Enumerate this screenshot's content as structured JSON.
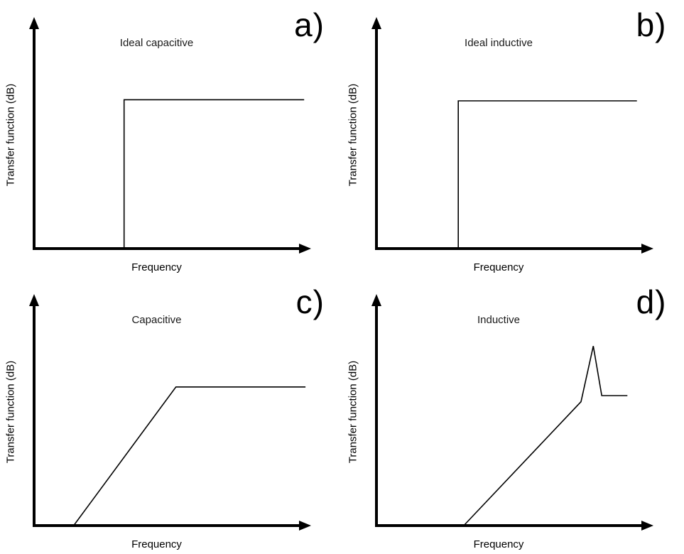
{
  "figure": {
    "background": "#ffffff",
    "line_color": "#000000",
    "layout": "2x2"
  },
  "chart_data": [
    {
      "type": "line",
      "panel_label": "a)",
      "title": "Ideal capacitive",
      "xlabel": "Frequency",
      "ylabel": "Transfer function (dB)",
      "x_ticks": [],
      "y_ticks": [],
      "points_norm": [
        [
          0.33,
          0
        ],
        [
          0.33,
          0.655
        ],
        [
          0.99,
          0.655
        ]
      ]
    },
    {
      "type": "line",
      "panel_label": "b)",
      "title": "Ideal inductive",
      "xlabel": "Frequency",
      "ylabel": "Transfer function (dB)",
      "x_ticks": [],
      "y_ticks": [],
      "points_norm": [
        [
          0.3,
          0
        ],
        [
          0.3,
          0.65
        ],
        [
          0.955,
          0.65
        ]
      ]
    },
    {
      "type": "line",
      "panel_label": "c)",
      "title": "Capacitive",
      "xlabel": "Frequency",
      "ylabel": "Transfer function (dB)",
      "x_ticks": [],
      "y_ticks": [],
      "points_norm": [
        [
          0.145,
          0
        ],
        [
          0.52,
          0.61
        ],
        [
          0.995,
          0.61
        ]
      ]
    },
    {
      "type": "line",
      "panel_label": "d)",
      "title": "Inductive",
      "xlabel": "Frequency",
      "ylabel": "Transfer function (dB)",
      "x_ticks": [],
      "y_ticks": [],
      "points_norm": [
        [
          0.32,
          0
        ],
        [
          0.75,
          0.545
        ],
        [
          0.795,
          0.79
        ],
        [
          0.826,
          0.572
        ],
        [
          0.92,
          0.572
        ]
      ]
    }
  ]
}
